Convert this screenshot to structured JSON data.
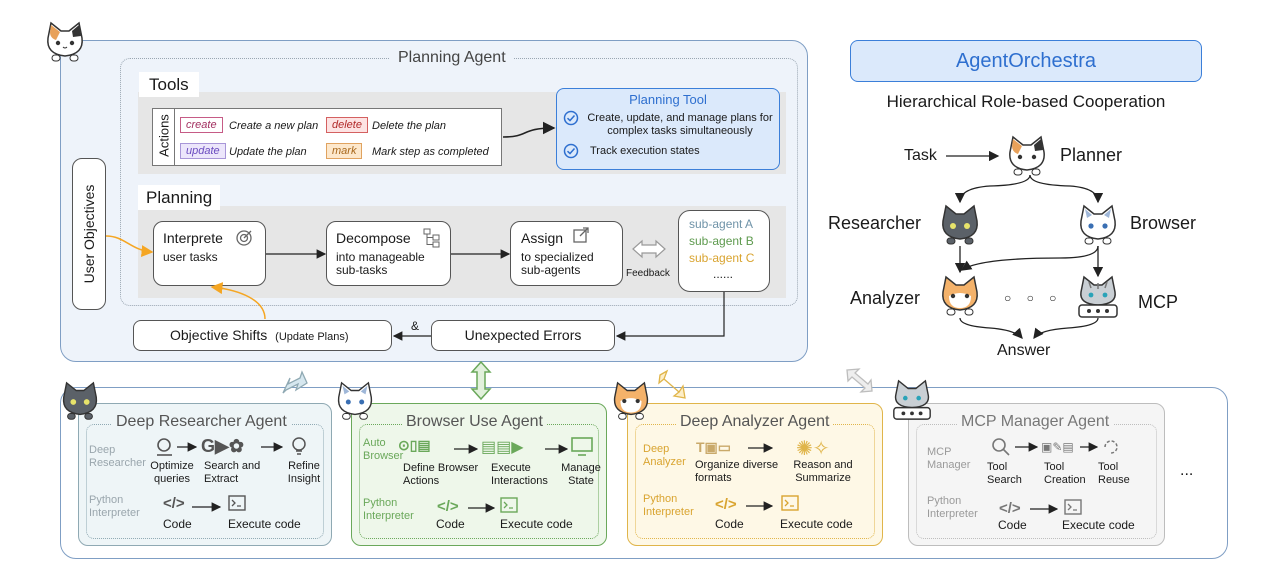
{
  "planning_agent": {
    "title": "Planning Agent",
    "user_objectives": "User Objectives",
    "tools": {
      "title": "Tools",
      "actions_label": "Actions",
      "chips": [
        {
          "label": "create",
          "desc": "Create a new plan"
        },
        {
          "label": "delete",
          "desc": "Delete the plan"
        },
        {
          "label": "update",
          "desc": "Update the plan"
        },
        {
          "label": "mark",
          "desc": "Mark step as completed"
        }
      ],
      "planning_tool": {
        "title": "Planning Tool",
        "item1": "Create, update, and manage plans for complex tasks simultaneously",
        "item2": "Track execution states"
      }
    },
    "planning": {
      "title": "Planning",
      "interprete_title": "Interprete",
      "interprete_sub": "user tasks",
      "decompose_title": "Decompose",
      "decompose_sub": "into manageable sub-tasks",
      "assign_title": "Assign",
      "assign_sub": "to specialized sub-agents",
      "feedback": "Feedback",
      "subagents": [
        "sub-agent A",
        "sub-agent B",
        "sub-agent C",
        "......"
      ]
    },
    "objective_shifts": "Objective Shifts",
    "update_plans": "(Update Plans)",
    "unexpected_errors": "Unexpected Errors",
    "amp": "&"
  },
  "orchestra": {
    "title": "AgentOrchestra",
    "subtitle": "Hierarchical Role-based Cooperation",
    "task": "Task",
    "planner": "Planner",
    "researcher": "Researcher",
    "browser": "Browser",
    "analyzer": "Analyzer",
    "dots": "○ ○ ○",
    "mcp": "MCP",
    "answer": "Answer"
  },
  "agents": {
    "researcher": {
      "title": "Deep Researcher Agent",
      "tool1": "Deep Researcher",
      "steps1": [
        "Optimize queries",
        "Search and Extract",
        "Refine Insight"
      ],
      "tool2": "Python Interpreter",
      "steps2": [
        "Code",
        "Execute code"
      ]
    },
    "browser": {
      "title": "Browser Use Agent",
      "tool1": "Auto Browser",
      "steps1": [
        "Define Browser Actions",
        "Execute Interactions",
        "Manage State"
      ],
      "tool2": "Python Interpreter",
      "steps2": [
        "Code",
        "Execute code"
      ]
    },
    "analyzer": {
      "title": "Deep Analyzer Agent",
      "tool1": "Deep Analyzer",
      "steps1": [
        "Organize diverse formats",
        "Reason and Summarize"
      ],
      "tool2": "Python Interpreter",
      "steps2": [
        "Code",
        "Execute code"
      ]
    },
    "mcp": {
      "title": "MCP Manager Agent",
      "tool1": "MCP Manager",
      "steps1": [
        "Tool Search",
        "Tool Creation",
        "Tool Reuse"
      ],
      "tool2": "Python Interpreter",
      "steps2": [
        "Code",
        "Execute code"
      ]
    },
    "ellipsis": "..."
  },
  "colors": {
    "planning_bg": "#eef3fa",
    "planning_border": "#7f9ec4",
    "orchestra_title_bg": "#dbe9fb",
    "orchestra_title_fg": "#2e6fcf",
    "researcher": "#8fa9b3",
    "browser": "#6aa85a",
    "analyzer": "#e0b54a",
    "mcp": "#bdbdbd",
    "arrow_orange": "#f5a623"
  }
}
